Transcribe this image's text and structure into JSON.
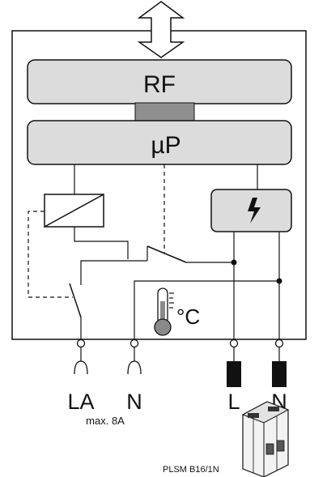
{
  "blocks": {
    "rf_label": "RF",
    "up_label": "µP",
    "temp_unit": "°C"
  },
  "terminals": {
    "la": "LA",
    "n_left": "N",
    "l": "L",
    "n_right": "N",
    "max_current": "max. 8A"
  },
  "breaker": {
    "model": "PLSM B16/1N"
  },
  "icons": {
    "bidirectional": "double-arrow-icon",
    "lightning": "lightning-icon",
    "thermometer": "thermometer-icon"
  },
  "colors": {
    "block_fill": "#dcdcdc",
    "link_fill": "#8f8f8f",
    "stroke": "#111111"
  }
}
